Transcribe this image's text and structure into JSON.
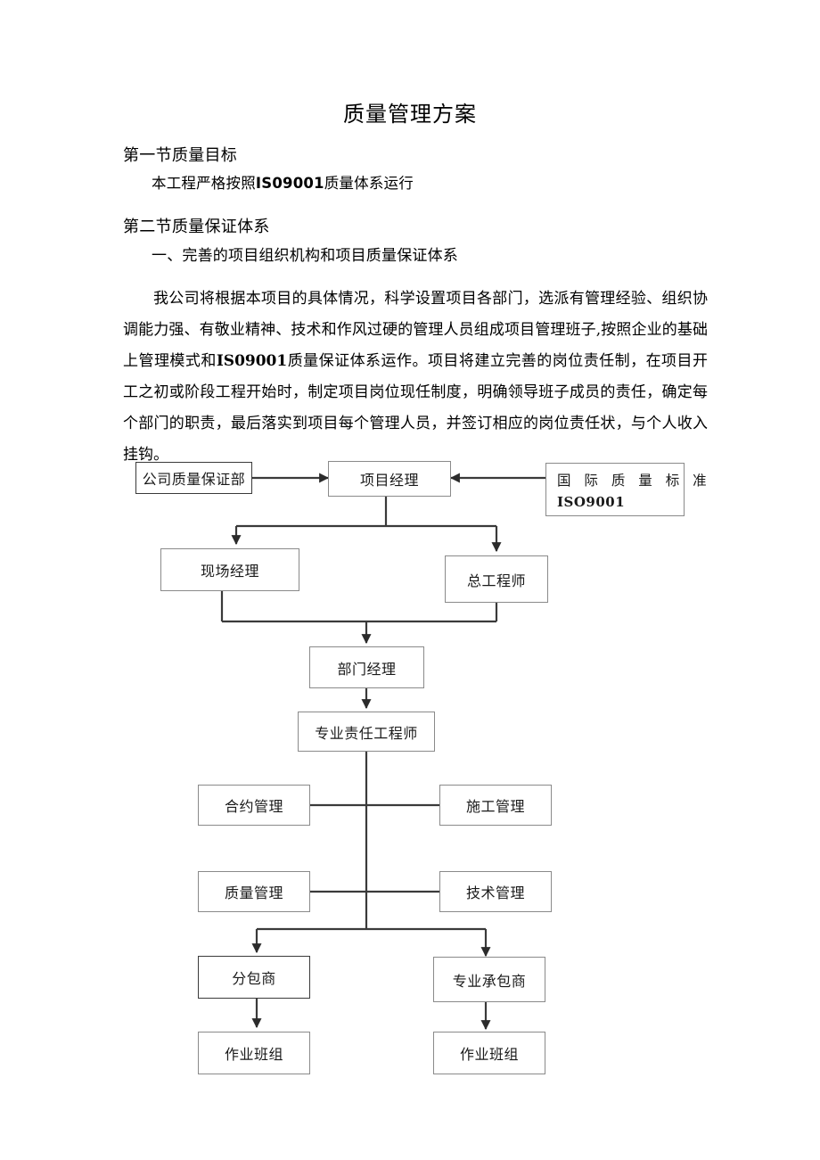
{
  "document": {
    "title": "质量管理方案",
    "section_1": {
      "heading": "第一节质量目标",
      "body_prefix": "本工程严格按照",
      "body_bold": "IS09001",
      "body_suffix": "质量体系运行"
    },
    "section_2": {
      "heading": "第二节质量保证体系",
      "item_1": "一、完善的项目组织机构和项目质量保证体系",
      "paragraph_part_1": "我公司将根据本项目的具体情况，科学设置项目各部门，选派有管理经验、组织协调能力强、有敬业精神、技术和作风过硬的管理人员组成项目管理班子,按照企业的基础上管理模式和",
      "paragraph_bold": "IS09001",
      "paragraph_part_2": "质量保证体系运作。项目将建立完善的岗位责任制，在项目开工之初或阶段工程开始时，制定项目岗位现任制度，明确领导班子成员的责任，确定每个部门的职责，最后落实到项目每个管理人员，并签订相应的岗位责任状，与个人收入挂钩。"
    }
  },
  "flowchart": {
    "nodes": {
      "company_qa": "公司质量保证部",
      "project_manager": "项目经理",
      "iso_standard_line1": "国 际 质 量 标 准",
      "iso_standard_line2": "ISO9001",
      "site_manager": "现场经理",
      "chief_engineer": "总工程师",
      "department_manager": "部门经理",
      "responsible_engineer": "专业责任工程师",
      "contract_management": "合约管理",
      "construction_management": "施工管理",
      "quality_management": "质量管理",
      "technical_management": "技术管理",
      "subcontractor": "分包商",
      "specialty_contractor": "专业承包商",
      "work_team_left": "作业班组",
      "work_team_right": "作业班组"
    },
    "colors": {
      "line": "#3a3a3a",
      "box_border": "#8a8a8a",
      "box_border_strong": "#3a3a3a",
      "background": "#ffffff",
      "text": "#1a1a1a"
    }
  }
}
